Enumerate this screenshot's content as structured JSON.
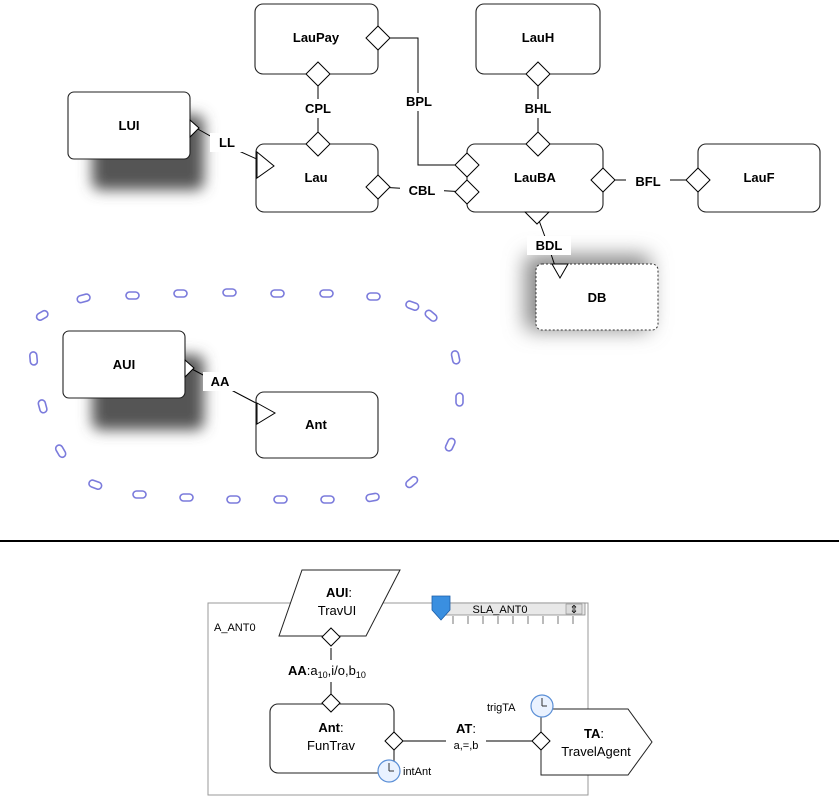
{
  "top_diagram": {
    "nodes": {
      "laupay": "LauPay",
      "lauh": "LauH",
      "lui": "LUI",
      "lau": "Lau",
      "lauba": "LauBA",
      "lauf": "LauF",
      "db": "DB",
      "aui": "AUI",
      "ant": "Ant"
    },
    "links": {
      "cpl": "CPL",
      "bpl": "BPL",
      "bhl": "BHL",
      "ll": "LL",
      "cbl": "CBL",
      "bfl": "BFL",
      "bdl": "BDL",
      "aa": "AA"
    }
  },
  "bottom_diagram": {
    "frame_label": "A_ANT0",
    "sla_selector": "SLA_ANT0",
    "aui_role": "AUI",
    "aui_type": "TravUI",
    "aa_link": "AA",
    "aa_sig": ":a",
    "aa_sub1": "10",
    "aa_mid": ",i/o,b",
    "aa_sub2": "10",
    "ant_role": "Ant",
    "ant_type": "FunTrav",
    "at_link": "AT",
    "at_sig": "a,=,b",
    "trig_label": "trigTA",
    "int_label": "intAnt",
    "ta_role": "TA",
    "ta_type": "TravelAgent"
  },
  "colors": {
    "group_dash": "#7b7bdc",
    "shadow": "#555555",
    "slider_thumb": "#3a8fe0"
  }
}
